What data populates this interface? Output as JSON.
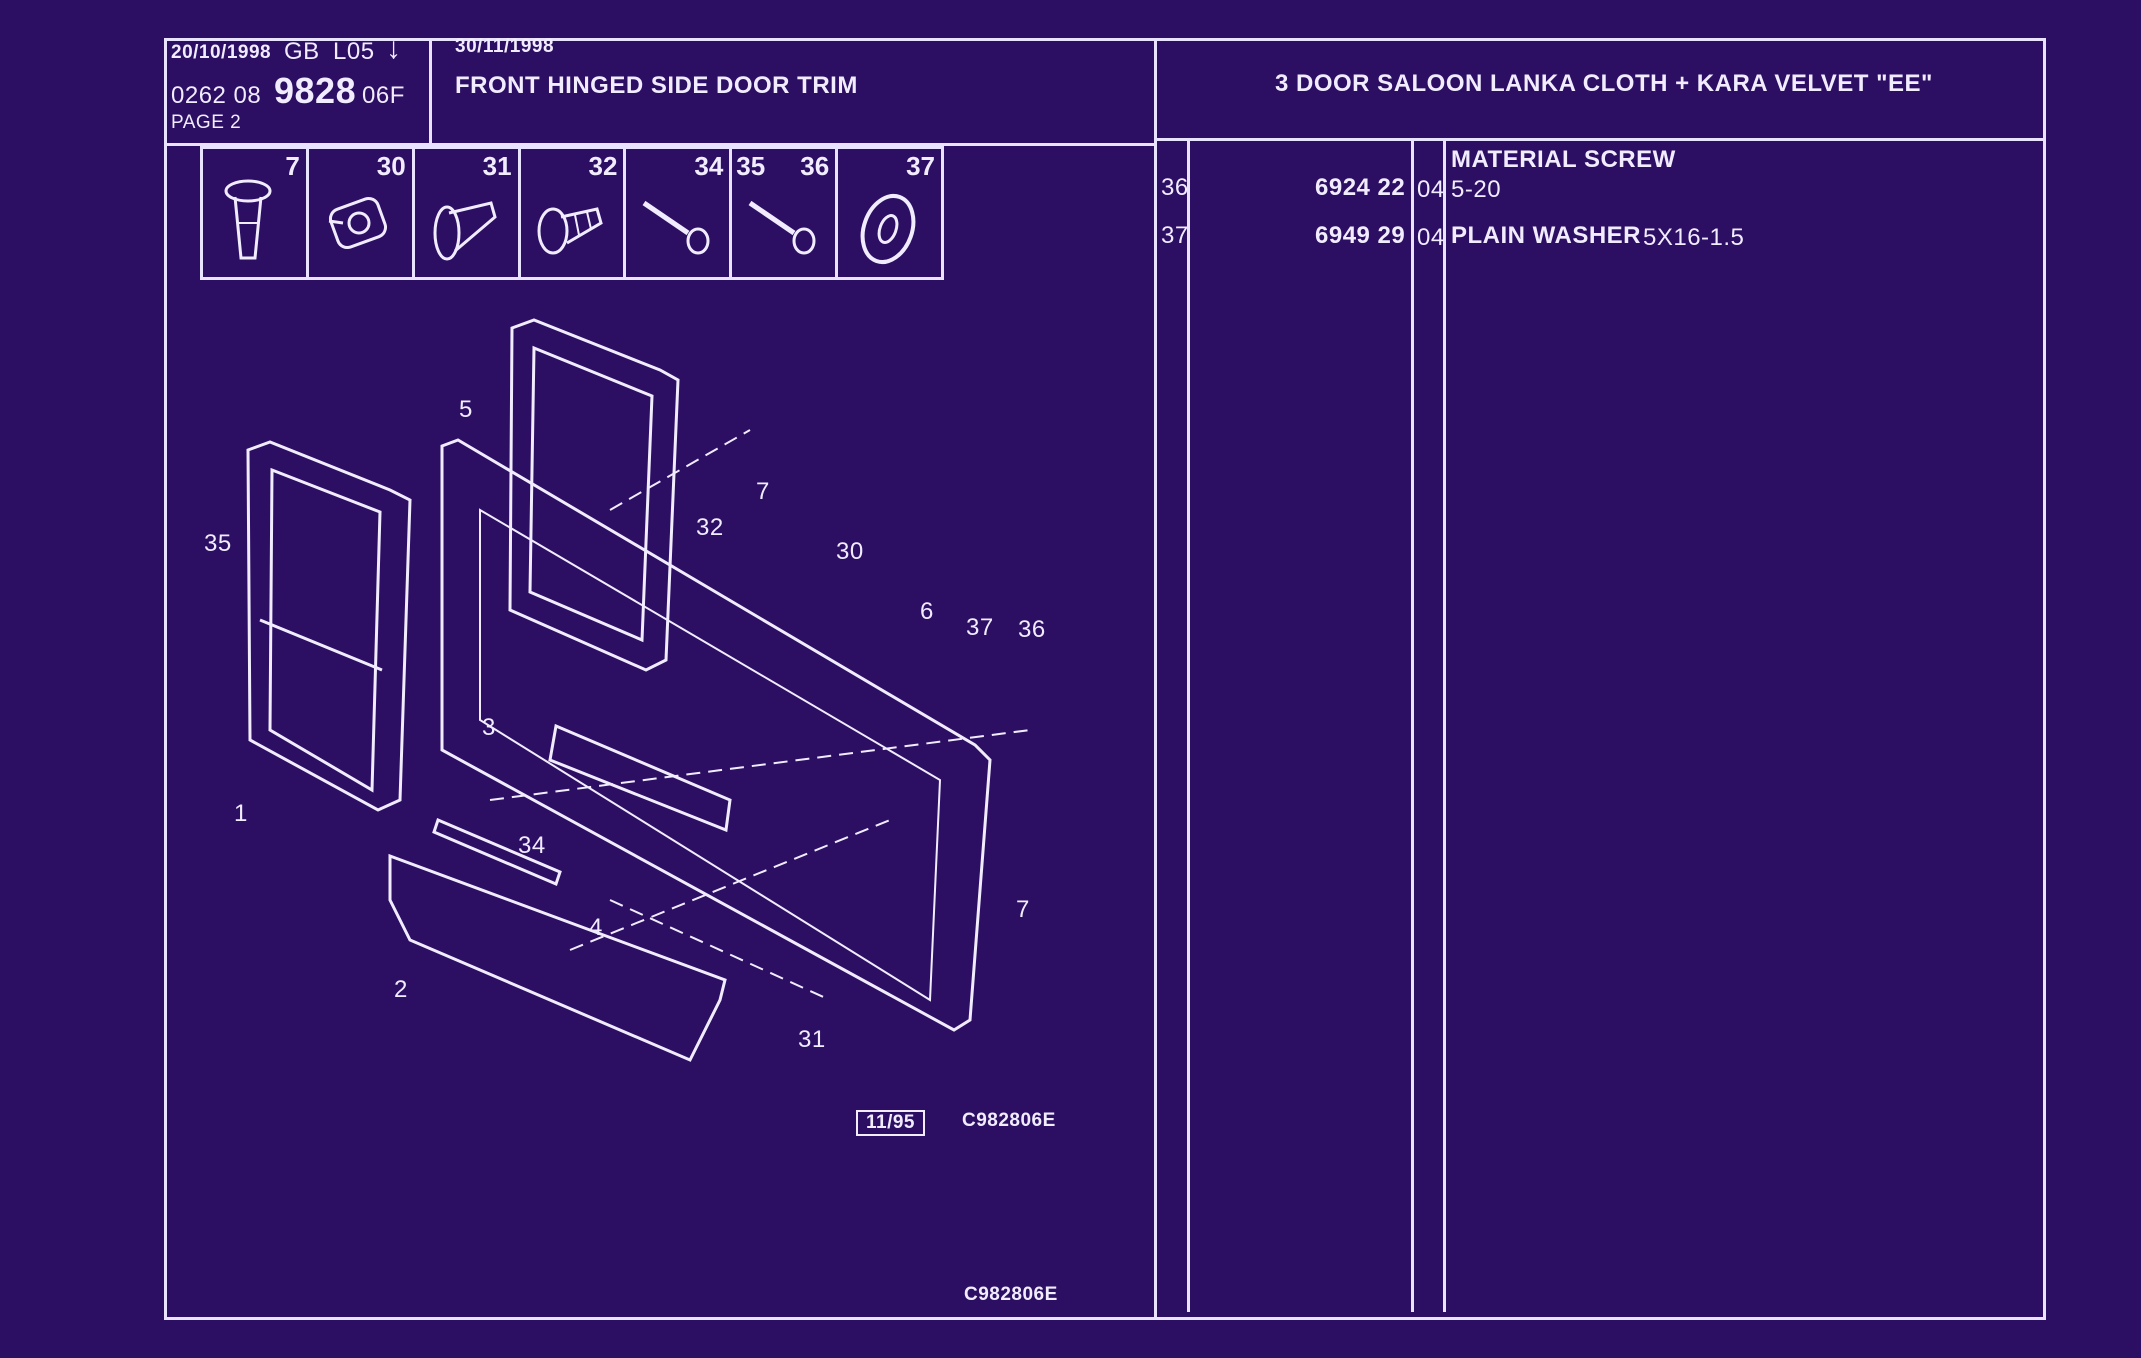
{
  "header": {
    "date_left": "20/10/1998",
    "region": "GB",
    "code": "L05",
    "arrow": "↓",
    "ref_prefix": "0262 08",
    "ref_main": "9828",
    "ref_suffix": "06F",
    "page": "PAGE 2",
    "date_right": "30/11/1998",
    "section_title": "FRONT HINGED SIDE DOOR TRIM",
    "variant": "3 DOOR SALOON LANKA CLOTH + KARA VELVET \"EE\""
  },
  "icon_strip": [
    {
      "num": "7",
      "icon": "push-clip-icon"
    },
    {
      "num": "30",
      "icon": "clip-retainer-icon"
    },
    {
      "num": "31",
      "icon": "rivet-icon"
    },
    {
      "num": "32",
      "icon": "fir-tree-clip-icon"
    },
    {
      "num": "34",
      "icon": "screw-icon"
    },
    {
      "num": "35",
      "icon": "screw-icon"
    },
    {
      "num": "36",
      "icon": "screw-icon"
    },
    {
      "num": "37",
      "icon": "washer-icon"
    }
  ],
  "diagram": {
    "callouts": [
      "1",
      "2",
      "3",
      "4",
      "5",
      "6",
      "7",
      "7",
      "30",
      "31",
      "32",
      "34",
      "35",
      "36",
      "37"
    ],
    "stamp_date": "11/95",
    "ref_inner": "C982806E",
    "ref_bottom": "C982806E"
  },
  "parts": [
    {
      "item": "36",
      "part_no": "6924 22",
      "qty": "04",
      "desc_main": "MATERIAL SCREW",
      "desc_sub": "5-20"
    },
    {
      "item": "37",
      "part_no": "6949 29",
      "qty": "04",
      "desc_main": "PLAIN WASHER",
      "desc_sub": "5X16-1.5"
    }
  ],
  "colors": {
    "background": "#2c0f63",
    "ink": "#f1ecff"
  }
}
